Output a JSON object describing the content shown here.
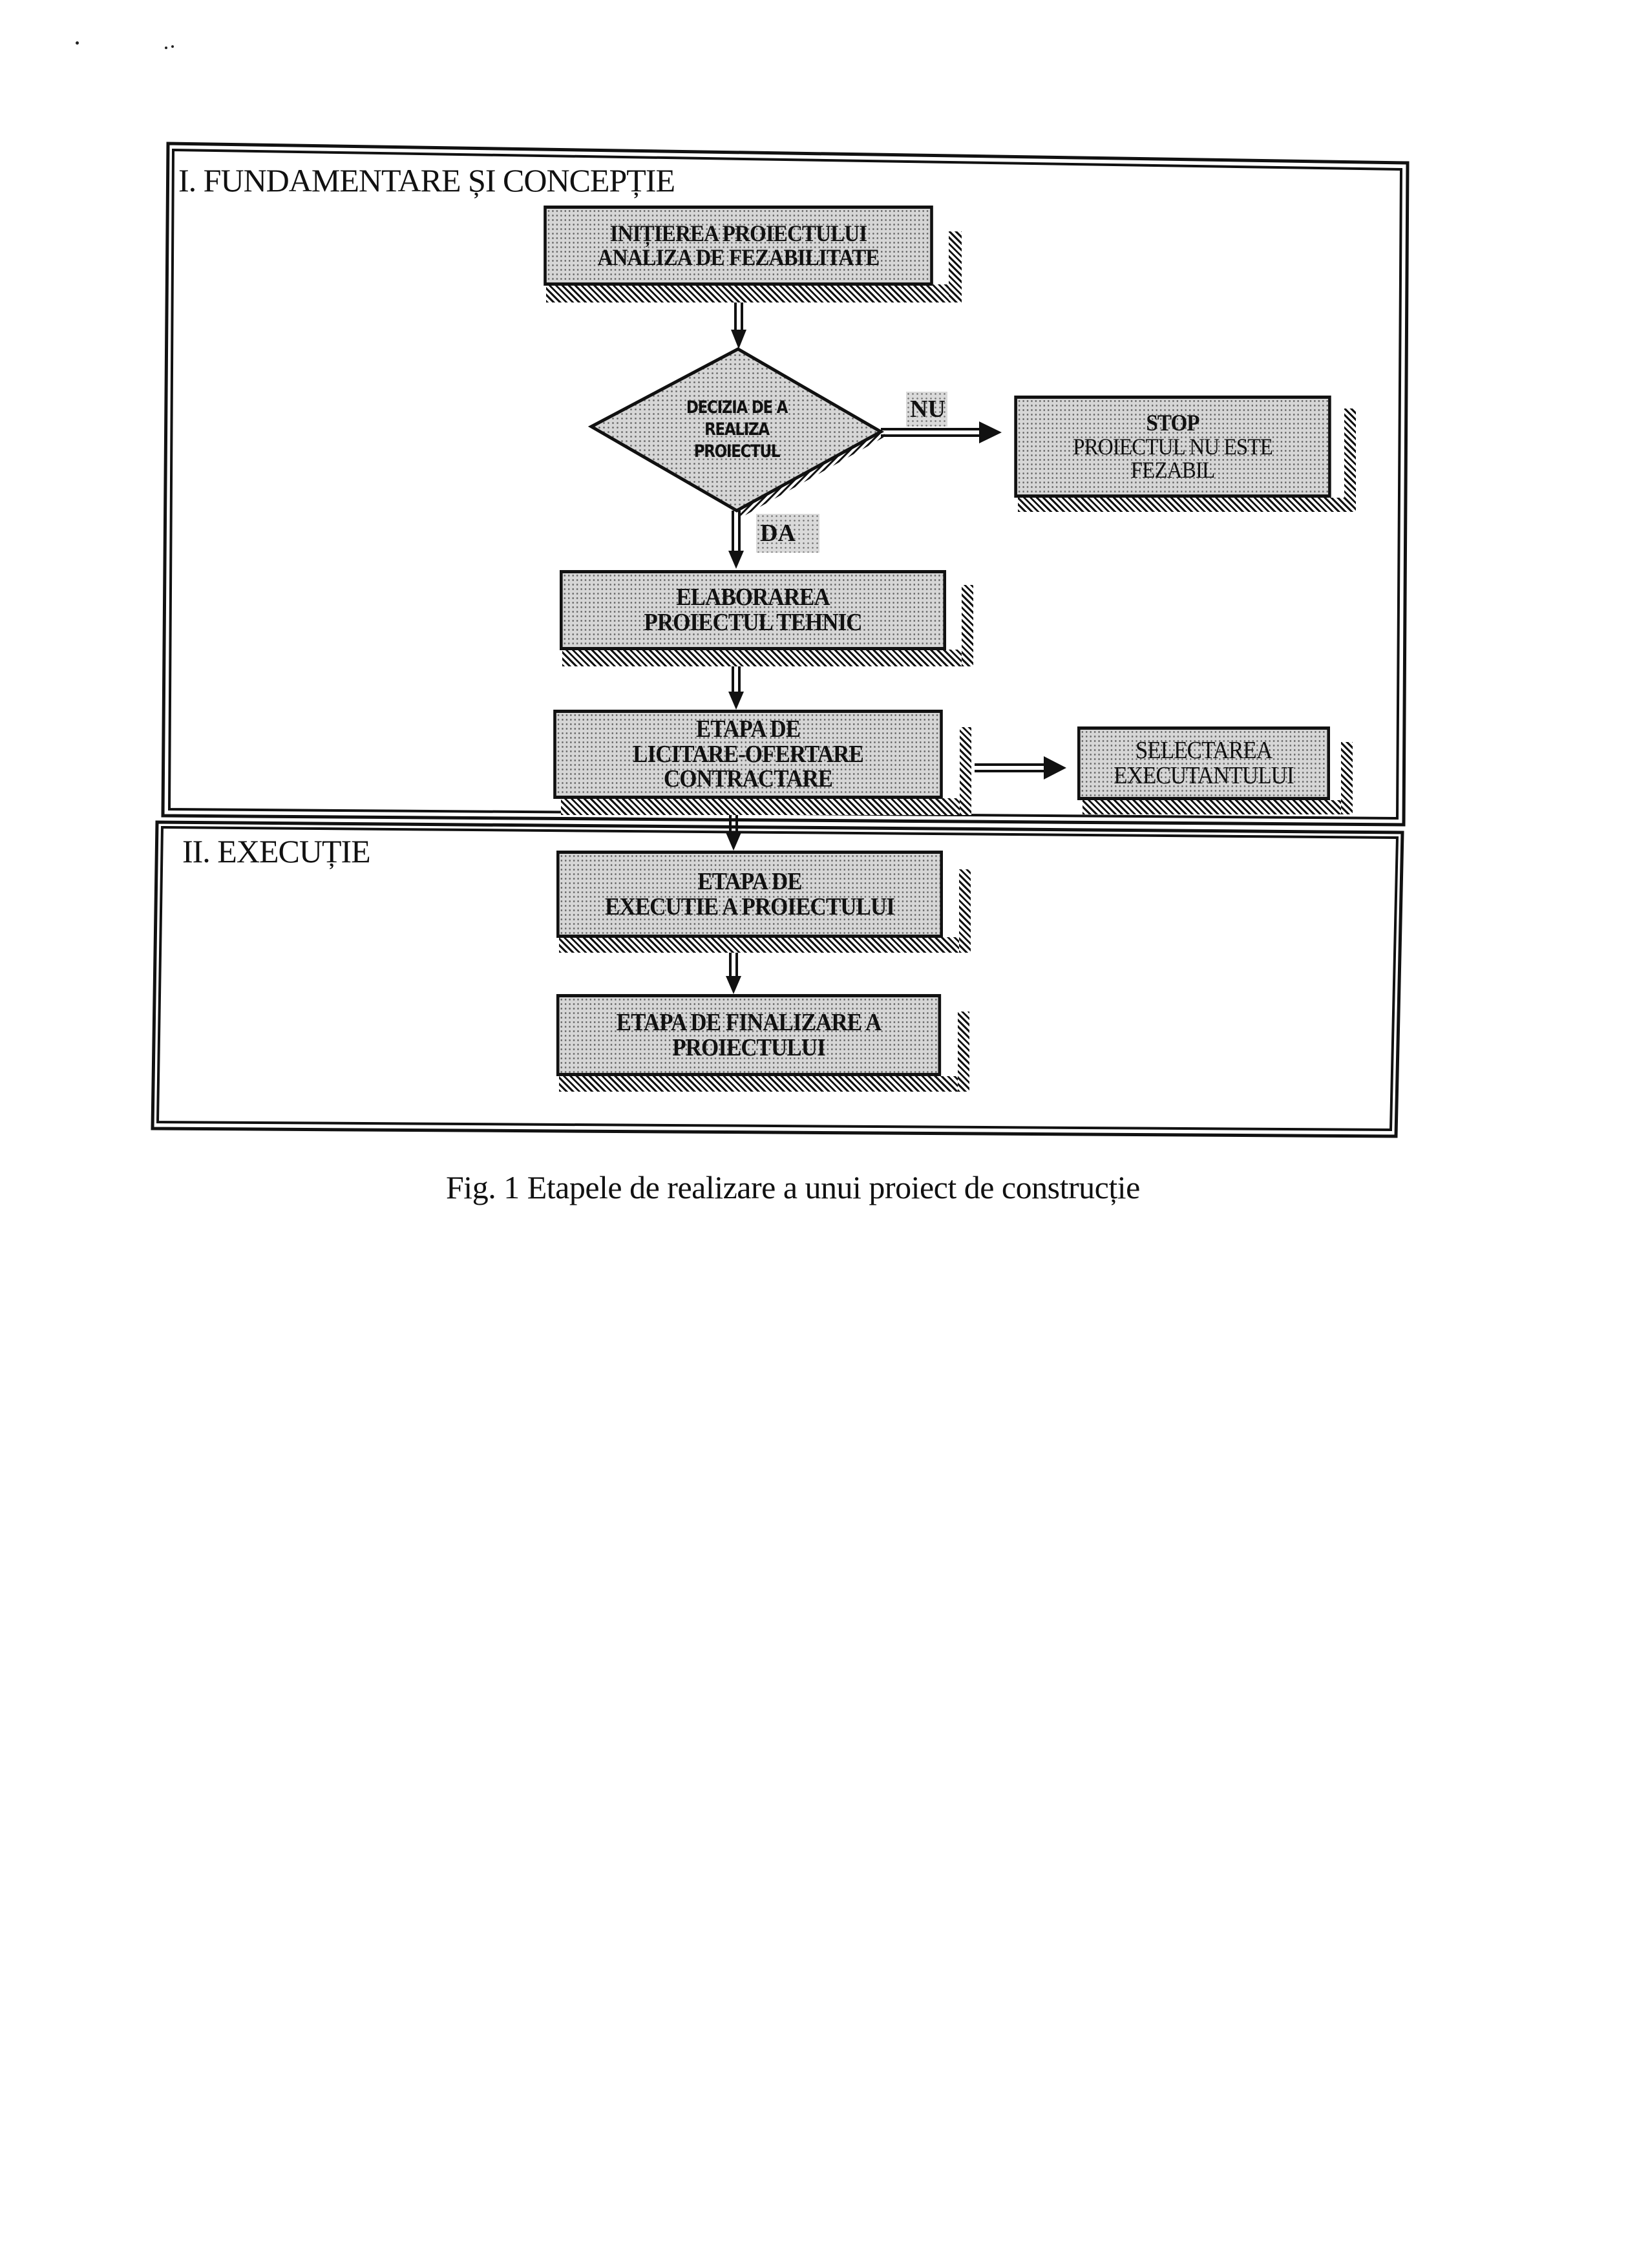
{
  "figure": {
    "sections": [
      {
        "id": "phase-1",
        "label": "I. FUNDAMENTARE ȘI CONCEPȚIE"
      },
      {
        "id": "phase-2",
        "label": "II. EXECUȚIE"
      }
    ],
    "nodes": {
      "initiation": {
        "lines": [
          "INIȚIEREA PROIECTULUI",
          "ANALIZA DE FEZABILITATE"
        ]
      },
      "decision": {
        "lines": [
          "DECIZIA DE A",
          "REALIZA",
          "PROIECTUL"
        ]
      },
      "stop": {
        "lines": [
          "STOP",
          "PROIECTUL NU ESTE",
          "FEZABIL"
        ]
      },
      "design": {
        "lines": [
          "ELABORAREA",
          "PROIECTUL TEHNIC"
        ]
      },
      "tender": {
        "lines": [
          "ETAPA DE",
          "LICITARE-OFERTARE",
          "CONTRACTARE"
        ]
      },
      "contractor": {
        "lines": [
          "SELECTAREA",
          "EXECUTANTULUI"
        ]
      },
      "execution": {
        "lines": [
          "ETAPA DE",
          "EXECUTIE A PROIECTULUI"
        ]
      },
      "completion": {
        "lines": [
          "ETAPA DE FINALIZARE A",
          "PROIECTULUI"
        ]
      }
    },
    "edge_labels": {
      "no": "NU",
      "yes": "DA"
    },
    "caption": "Fig. 1  Etapele de realizare a unui proiect de construcție"
  }
}
